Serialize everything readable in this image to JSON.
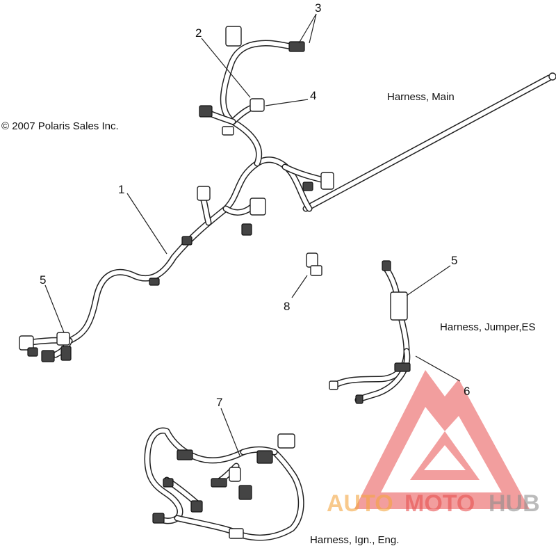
{
  "copyright": "© 2007 Polaris Sales Inc.",
  "callouts": [
    "1",
    "2",
    "3",
    "4",
    "5",
    "5",
    "6",
    "7",
    "8"
  ],
  "captions": {
    "main": "Harness, Main",
    "jumper": "Harness, Jumper,ES",
    "ign": "Harness, Ign., Eng."
  },
  "watermark": {
    "brand_auto": "AUTO",
    "brand_moto": "MOTO",
    "brand_hub": "HUB",
    "colors": {
      "red": "#e8504f",
      "orange": "#f4a640",
      "gray": "#8e8e8e"
    }
  }
}
